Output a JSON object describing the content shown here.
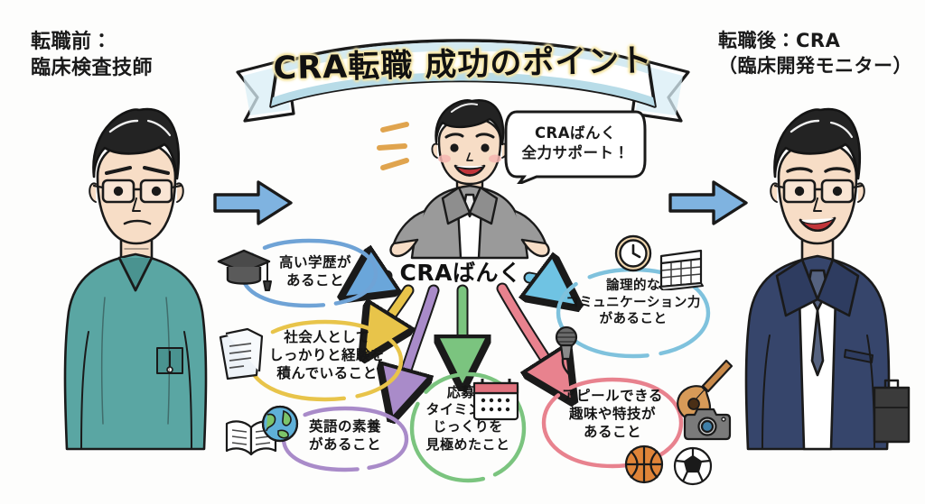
{
  "theme": {
    "background": "#fdfdfc",
    "ink": "#1a1a1a",
    "banner_fill": "#ffffff",
    "banner_shadow": "#b8dce8",
    "title_glow": "#f5e6a8",
    "arrow_blue": "#7fb3e0",
    "scrub_teal": "#5aa6a3",
    "suit_navy": "#36456b",
    "suit_gray": "#9a9a9a"
  },
  "labels": {
    "before": "転職前：\n臨床検査技師",
    "after": "転職後：CRA\n（臨床開発モニター）"
  },
  "banner": {
    "title": "CRA転職 成功のポイント"
  },
  "speech": {
    "text": "CRAばんく\n全力サポート！"
  },
  "hub": {
    "label": "CRAばんく"
  },
  "arrows": {
    "left_arrow": "arrow-right-icon",
    "right_arrow": "arrow-right-icon"
  },
  "points": [
    {
      "id": "edu",
      "text": "高い学歴が\nあること",
      "color": "#6fa3d6",
      "icons": [
        "graduation-cap-icon"
      ]
    },
    {
      "id": "exp",
      "text": "社会人として\nしっかりと経験を\n積んでいること",
      "color": "#e8c44a",
      "icons": [
        "documents-icon"
      ]
    },
    {
      "id": "eng",
      "text": "英語の素養\nがあること",
      "color": "#a98bc9",
      "icons": [
        "open-book-icon",
        "globe-icon"
      ]
    },
    {
      "id": "timing",
      "text": "応募の\nタイミングを\nじっくりを\n見極めたこと",
      "color": "#7bc47f",
      "icons": [
        "calendar-icon"
      ]
    },
    {
      "id": "comm",
      "text": "論理的な\nコミュニケーション力\nがあること",
      "color": "#7fc2dd",
      "icons": [
        "clock-icon",
        "calendar-icon",
        "microphone-icon"
      ]
    },
    {
      "id": "hobby",
      "text": "アピールできる\n趣味や特技が\nあること",
      "color": "#e8828e",
      "icons": [
        "guitar-icon",
        "camera-icon",
        "basketball-icon",
        "soccer-ball-icon"
      ]
    }
  ],
  "characters": {
    "left": {
      "name": "clinical-laboratory-technician",
      "outfit": "teal medical scrubs",
      "expression": "serious"
    },
    "center": {
      "name": "cra-bank-advisor",
      "outfit": "gray suit",
      "expression": "smiling, arms open"
    },
    "right": {
      "name": "clinical-research-associate",
      "outfit": "navy business suit",
      "expression": "smiling"
    }
  },
  "decorations": {
    "sparkle": "sparkle-lines-icon"
  }
}
